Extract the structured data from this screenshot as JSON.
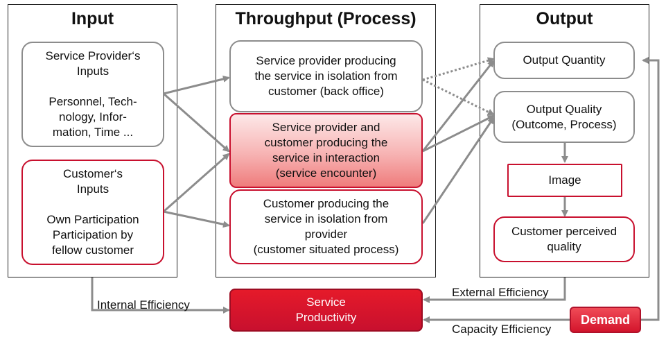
{
  "panels": {
    "input": "Input",
    "throughput": "Throughput (Process)",
    "output": "Output"
  },
  "input": {
    "provider": [
      "Service Provider‘s",
      "Inputs",
      "",
      "Personnel, Tech-",
      "nology, Infor-",
      "mation, Time ..."
    ],
    "customer": [
      "Customer‘s",
      "Inputs",
      "",
      "Own Participation",
      "Participation by",
      "fellow customer"
    ]
  },
  "process": {
    "back_office": [
      "Service provider producing",
      "the service in isolation from",
      "customer (back office)"
    ],
    "encounter": [
      "Service provider and",
      "customer producing the",
      "service in interaction",
      "(service encounter)"
    ],
    "customer_situated": [
      "Customer producing the",
      "service in isolation from",
      "provider",
      "(customer situated process)"
    ]
  },
  "output": {
    "quantity": [
      "Output Quantity"
    ],
    "quality": [
      "Output Quality",
      "(Outcome, Process)"
    ],
    "image": [
      "Image"
    ],
    "perceived": [
      "Customer perceived",
      "quality"
    ]
  },
  "bottom": {
    "productivity": [
      "Service",
      "Productivity"
    ],
    "demand": "Demand",
    "internal_efficiency": "Internal Efficiency",
    "external_efficiency": "External Efficiency",
    "capacity_efficiency": "Capacity Efficiency"
  },
  "colors": {
    "accent_red": "#c8102e",
    "gray_border": "#8c8c8c",
    "arrow_gray": "#8c8c8c"
  }
}
